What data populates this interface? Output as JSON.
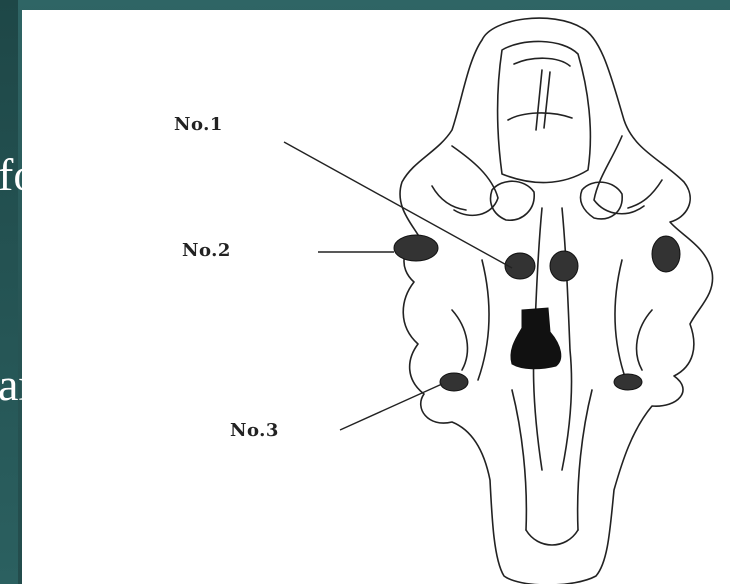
{
  "slide": {
    "fragment_1": "fo",
    "fragment_2": "ar"
  },
  "figure": {
    "labels": [
      "No.1",
      "No.2",
      "No.3"
    ]
  }
}
